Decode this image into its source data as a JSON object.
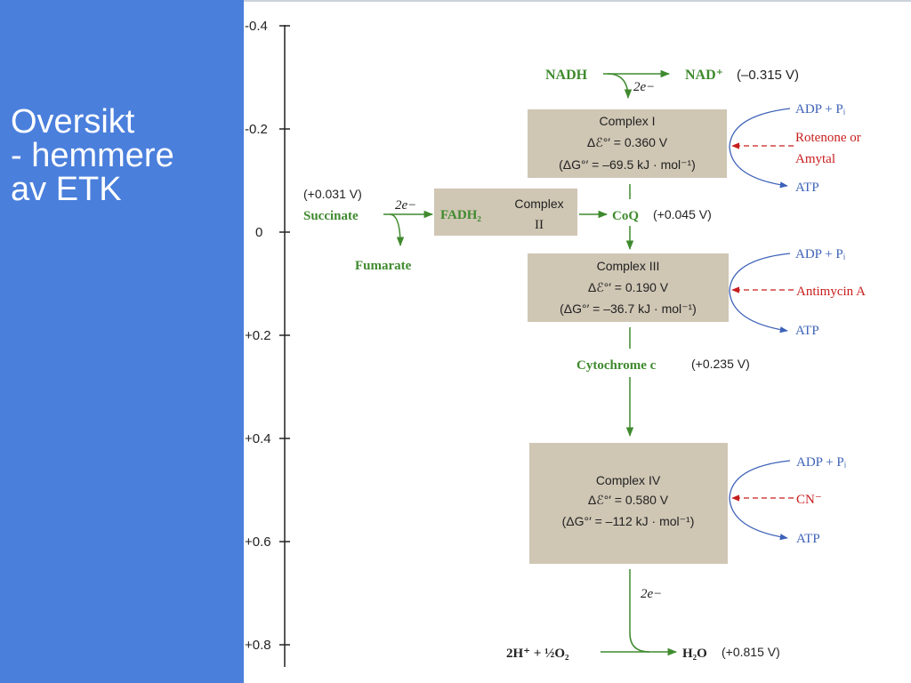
{
  "slide": {
    "title_lines": [
      "Oversikt",
      "- hemmere",
      "av ETK"
    ]
  },
  "colors": {
    "panel_blue": "#4a7fdc",
    "green": "#3f8a2e",
    "blue_text": "#3d62b8",
    "red": "#c81e1e",
    "box_fill": "#cfc6b4",
    "axis": "#222222"
  },
  "axis": {
    "ticks": [
      "-0.4",
      "-0.2",
      "0",
      "+0.2",
      "+0.4",
      "+0.6",
      "+0.8"
    ]
  },
  "nadh": {
    "left": "NADH",
    "electrons": "2e−",
    "right": "NAD⁺",
    "potential": "(–0.315 V)"
  },
  "complex1": {
    "title": "Complex I",
    "delta_e": "Δℰ°′ = 0.360 V",
    "delta_g": "(ΔG°′ = –69.5 kJ · mol⁻¹)",
    "adp": "ADP + Pᵢ",
    "inhibitor_lines": [
      "Rotenone or",
      "Amytal"
    ],
    "atp": "ATP"
  },
  "complex2": {
    "succinate_potential": "(+0.031 V)",
    "succinate": "Succinate",
    "electrons": "2e−",
    "fadh2": "FADH₂",
    "title_lines": [
      "Complex",
      "II"
    ],
    "fumarate": "Fumarate"
  },
  "coq": {
    "label": "CoQ",
    "potential": "(+0.045 V)"
  },
  "complex3": {
    "title": "Complex III",
    "delta_e": "Δℰ°′ = 0.190 V",
    "delta_g": "(ΔG°′ = –36.7 kJ · mol⁻¹)",
    "adp": "ADP + Pᵢ",
    "inhibitor": "Antimycin A",
    "atp": "ATP"
  },
  "cytochrome": {
    "label": "Cytochrome c",
    "potential": "(+0.235 V)"
  },
  "complex4": {
    "title": "Complex IV",
    "delta_e": "Δℰ°′ = 0.580 V",
    "delta_g": "(ΔG°′ = –112 kJ · mol⁻¹)",
    "adp": "ADP + Pᵢ",
    "inhibitor": "CN⁻",
    "atp": "ATP"
  },
  "final": {
    "electrons": "2e−",
    "reactants": "2H⁺ + ½O₂",
    "product": "H₂O",
    "potential": "(+0.815 V)"
  }
}
